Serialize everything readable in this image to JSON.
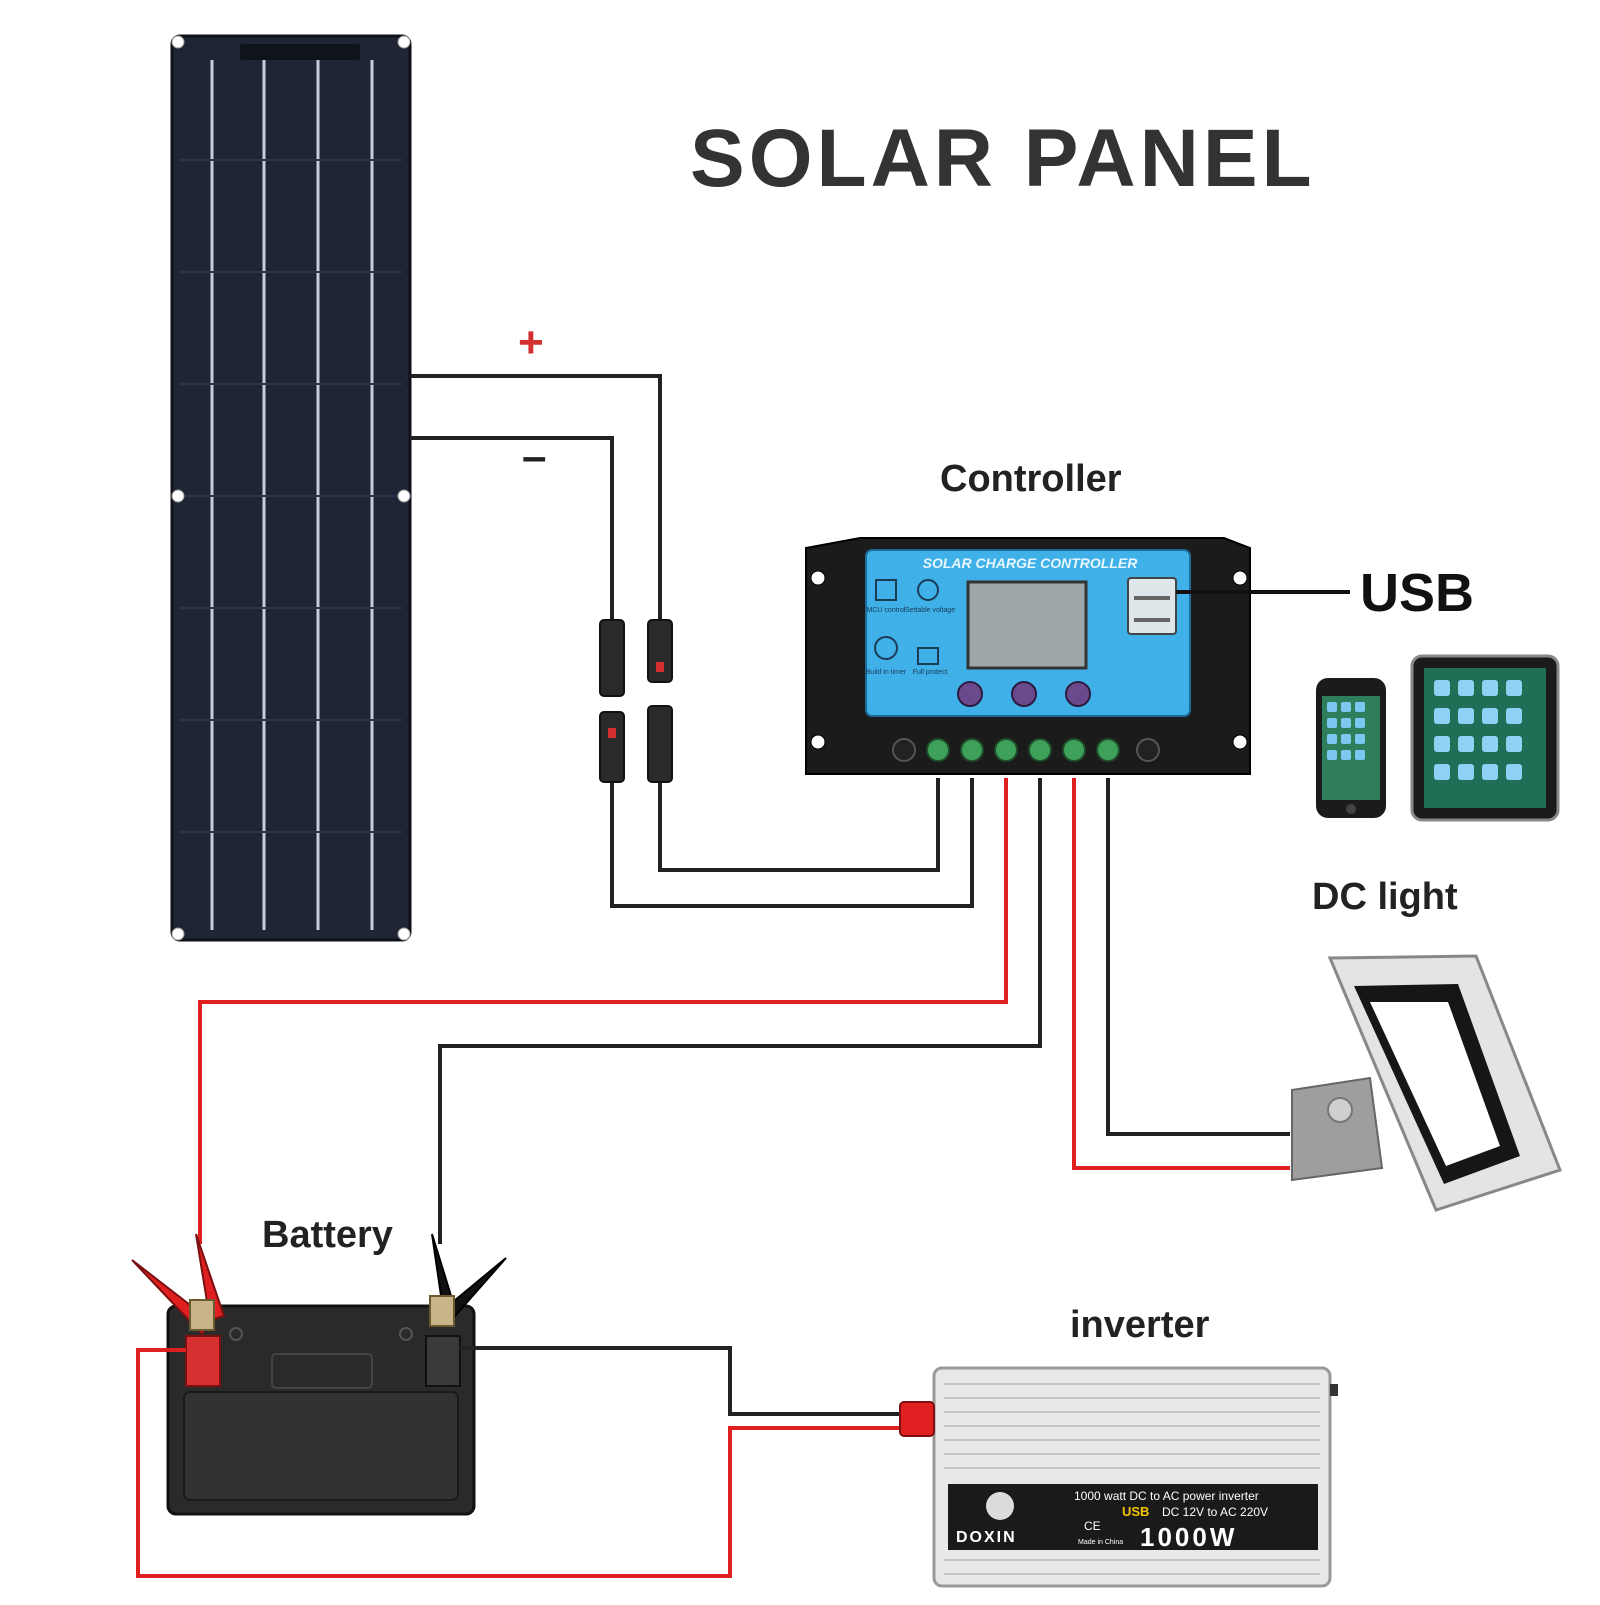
{
  "title": "SOLAR PANEL",
  "labels": {
    "controller": "Controller",
    "usb": "USB",
    "dc_light": "DC light",
    "battery": "Battery",
    "inverter": "inverter",
    "positive": "+",
    "negative": "–"
  },
  "controller_device": {
    "header": "SOLAR CHARGE CONTROLLER",
    "icon_labels": [
      "MCU control",
      "Settable voltage",
      "Build in timer",
      "Full protect"
    ]
  },
  "inverter_device": {
    "brand": "DOXIN",
    "line1": "1000 watt DC to AC power inverter",
    "line2_usb": "USB",
    "line2": "DC 12V to AC 220V",
    "made_in": "Made in China",
    "rating": "1000W",
    "ce": "CE"
  },
  "colors": {
    "positive_wire": "#e02020",
    "negative_wire": "#222222",
    "panel": "#1f2535",
    "controller_screen": "#3fb0e8"
  }
}
